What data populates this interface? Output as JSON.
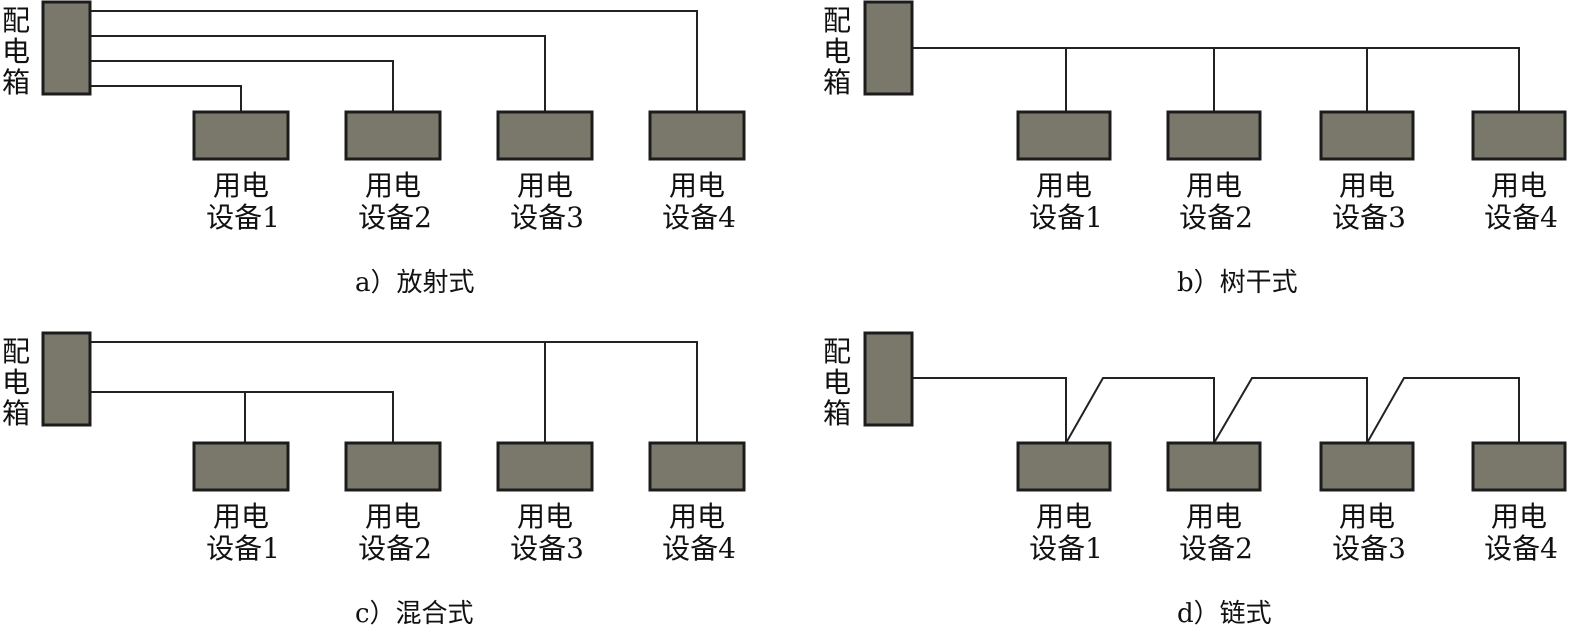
{
  "colors": {
    "box_fill": "#7a786a",
    "box_stroke": "#1c1c1c",
    "wire": "#222222",
    "text": "#111111"
  },
  "panels": [
    {
      "id": "a",
      "caption": "a）放射式",
      "source_label": [
        "配",
        "电",
        "箱"
      ],
      "devices": [
        {
          "line1": "用电",
          "line2": "设备1"
        },
        {
          "line1": "用电",
          "line2": "设备2"
        },
        {
          "line1": "用电",
          "line2": "设备3"
        },
        {
          "line1": "用电",
          "line2": "设备4"
        }
      ]
    },
    {
      "id": "b",
      "caption": "b）树干式",
      "source_label": [
        "配",
        "电",
        "箱"
      ],
      "devices": [
        {
          "line1": "用电",
          "line2": "设备1"
        },
        {
          "line1": "用电",
          "line2": "设备2"
        },
        {
          "line1": "用电",
          "line2": "设备3"
        },
        {
          "line1": "用电",
          "line2": "设备4"
        }
      ]
    },
    {
      "id": "c",
      "caption": "c）混合式",
      "source_label": [
        "配",
        "电",
        "箱"
      ],
      "devices": [
        {
          "line1": "用电",
          "line2": "设备1"
        },
        {
          "line1": "用电",
          "line2": "设备2"
        },
        {
          "line1": "用电",
          "line2": "设备3"
        },
        {
          "line1": "用电",
          "line2": "设备4"
        }
      ]
    },
    {
      "id": "d",
      "caption": "d）链式",
      "source_label": [
        "配",
        "电",
        "箱"
      ],
      "devices": [
        {
          "line1": "用电",
          "line2": "设备1"
        },
        {
          "line1": "用电",
          "line2": "设备2"
        },
        {
          "line1": "用电",
          "line2": "设备3"
        },
        {
          "line1": "用电",
          "line2": "设备4"
        }
      ]
    }
  ]
}
